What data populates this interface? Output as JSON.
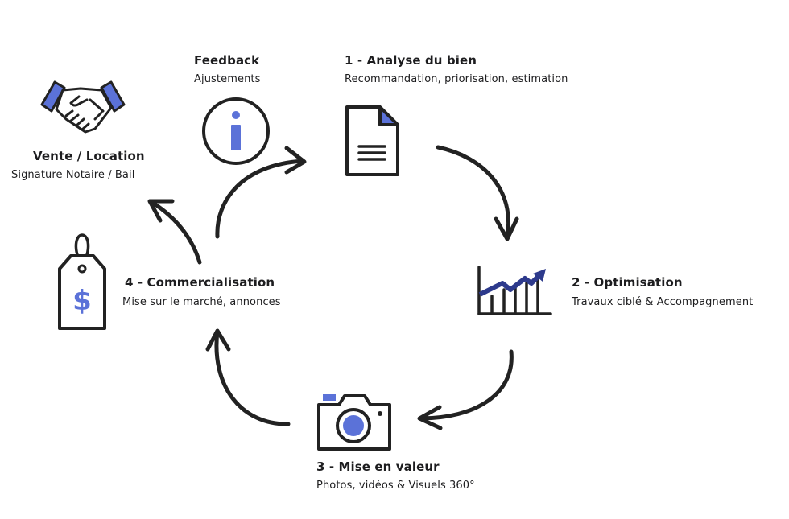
{
  "colors": {
    "ink": "#222222",
    "accent": "#5b72d8",
    "accent_dark": "#2d3a8c"
  },
  "steps": {
    "feedback": {
      "title": "Feedback",
      "subtitle": "Ajustements",
      "icon": "info-icon"
    },
    "analyse": {
      "title": "1 - Analyse du bien",
      "subtitle": "Recommandation, priorisation, estimation",
      "icon": "document-icon"
    },
    "optimisation": {
      "title": "2 - Optimisation",
      "subtitle": "Travaux ciblé & Accompagnement",
      "icon": "growth-chart-icon"
    },
    "valeur": {
      "title": "3 - Mise en valeur",
      "subtitle": "Photos, vidéos & Visuels 360°",
      "icon": "camera-icon"
    },
    "commercialisation": {
      "title": "4 - Commercialisation",
      "subtitle": "Mise sur le marché, annonces",
      "icon": "price-tag-icon"
    },
    "vente": {
      "title": "Vente / Location",
      "subtitle": "Signature Notaire / Bail",
      "icon": "handshake-icon"
    }
  }
}
